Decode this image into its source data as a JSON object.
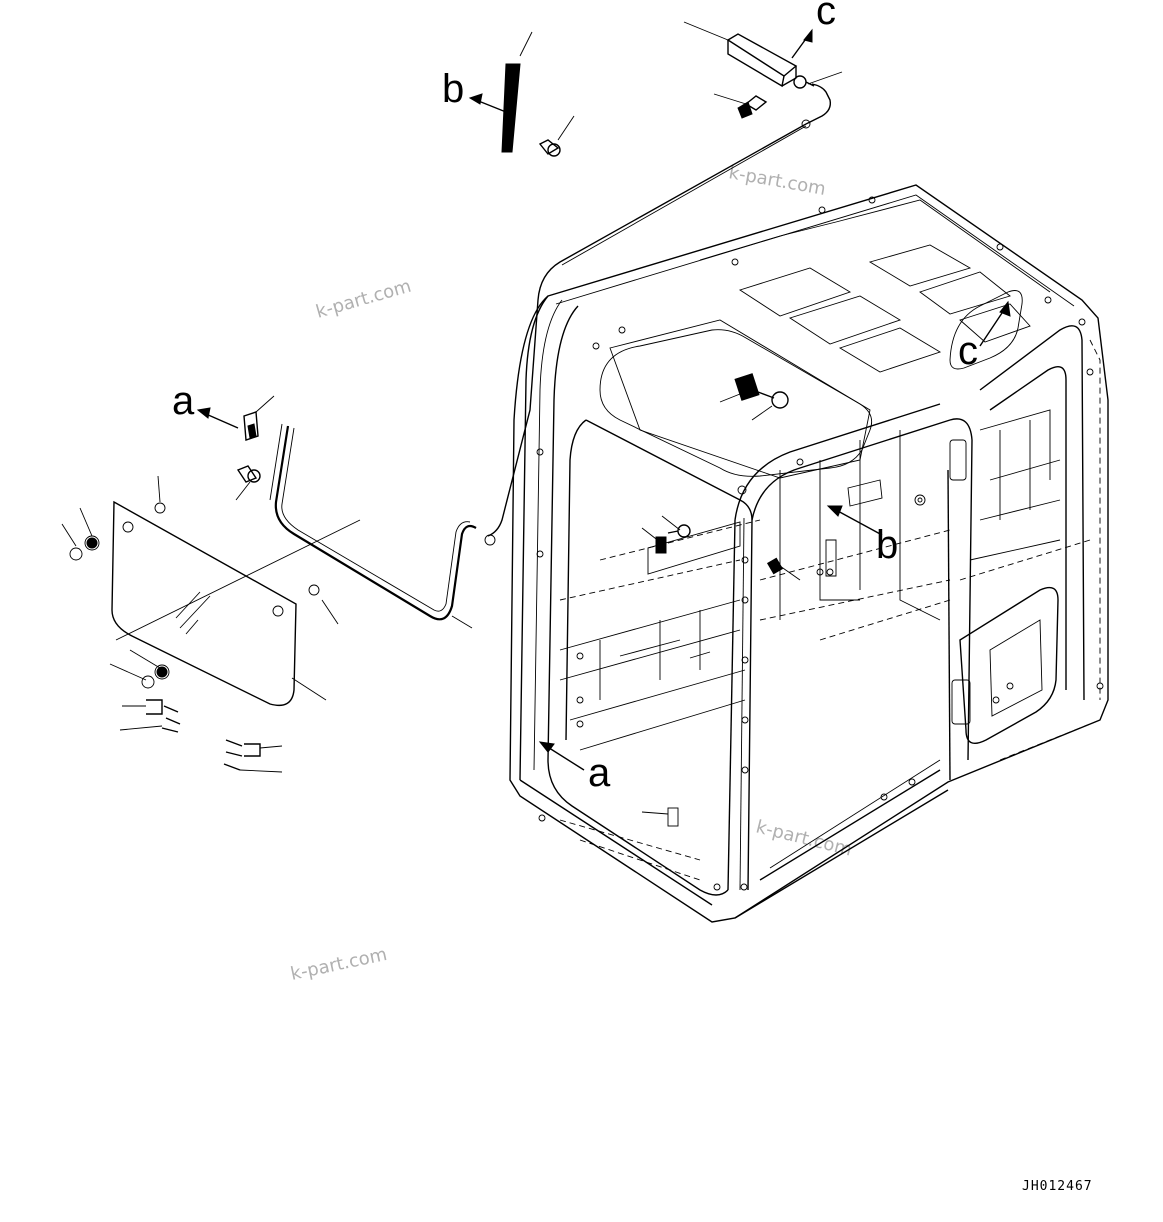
{
  "view_labels": {
    "a": "a",
    "b": "b",
    "c": "c"
  },
  "watermark": "k-part.com",
  "drawing_code": "JH012467"
}
